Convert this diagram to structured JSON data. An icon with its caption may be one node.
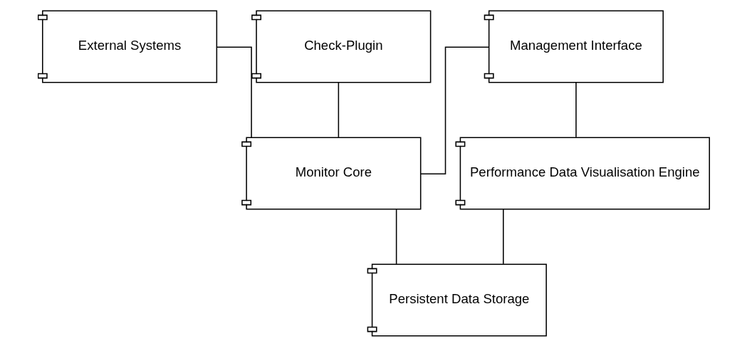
{
  "diagram": {
    "nodes": [
      {
        "text": [
          "External Systems"
        ]
      },
      {
        "text": [
          "Check-Plugin"
        ]
      },
      {
        "text": [
          "Management Interface"
        ]
      },
      {
        "text": [
          "Monitor Core"
        ]
      },
      {
        "text": [
          "Performance Data Visualisation Engine"
        ]
      },
      {
        "text": [
          "Persistent Data Storage"
        ]
      }
    ],
    "edges": [
      {
        "from": 0,
        "to": 3,
        "arrow": "none"
      },
      {
        "from": 1,
        "to": 3,
        "arrow": "none"
      },
      {
        "from": 2,
        "to": 3,
        "arrow": "none"
      },
      {
        "from": 2,
        "to": 4,
        "arrow": "none"
      },
      {
        "from": 3,
        "to": 5,
        "arrow": "none"
      },
      {
        "from": 4,
        "to": 5,
        "arrow": "none"
      }
    ]
  }
}
